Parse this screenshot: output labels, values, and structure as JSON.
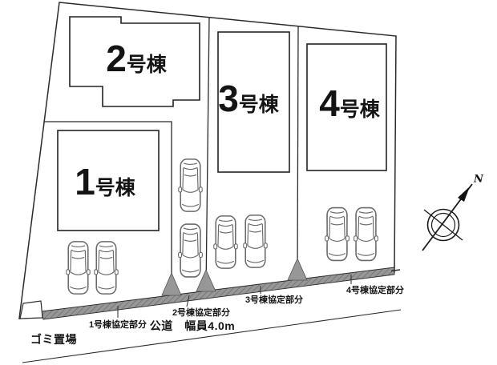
{
  "buildings": [
    {
      "number": "1",
      "suffix": "号棟"
    },
    {
      "number": "2",
      "suffix": "号棟"
    },
    {
      "number": "3",
      "suffix": "号棟"
    },
    {
      "number": "4",
      "suffix": "号棟"
    }
  ],
  "labels": {
    "agreement1": "1号棟協定部分",
    "agreement2": "2号棟協定部分",
    "agreement3": "3号棟協定部分",
    "agreement4": "4号棟協定部分",
    "road": "公道　幅員4.0m",
    "garbage": "ゴミ置場",
    "north": "N"
  },
  "icons": {
    "car": "car-top-view-icon",
    "compass": "north-compass-icon"
  },
  "colors": {
    "strip_gray": "#979797",
    "hatch_gray": "#6f6f6f",
    "line": "#2b2b2b",
    "background": "#ffffff"
  },
  "counts": {
    "buildings": 4,
    "cars": 8,
    "boundary_markers": 3
  }
}
